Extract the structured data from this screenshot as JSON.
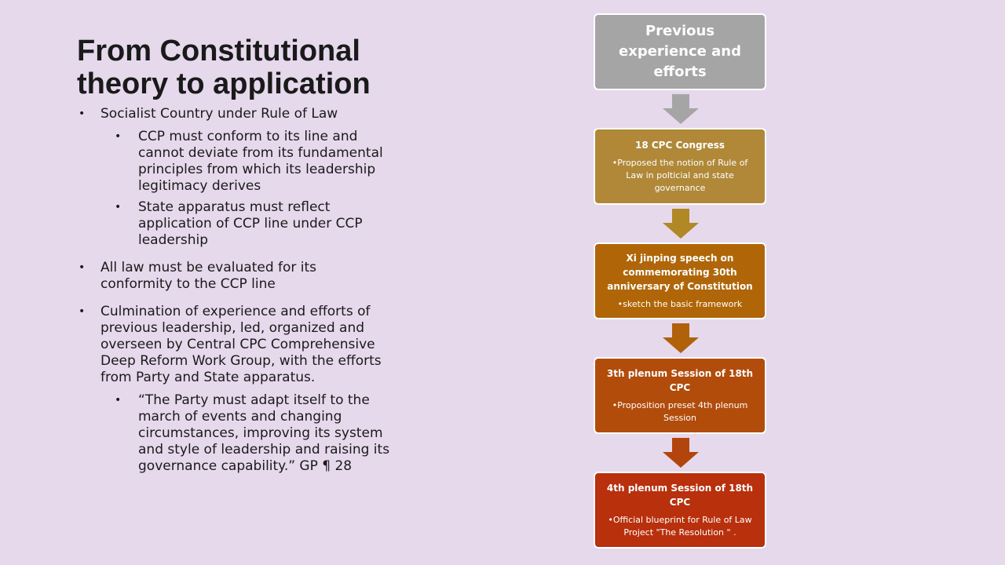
{
  "title": {
    "line1": "From Constitutional",
    "line2": "theory to application"
  },
  "bullets": [
    {
      "level": 1,
      "text": "Socialist Country under Rule of Law"
    },
    {
      "level": 2,
      "text": "CCP must conform to its line and cannot deviate from its fundamental principles from which its leadership legitimacy derives"
    },
    {
      "level": 2,
      "text": "State apparatus must reflect application of CCP line under CCP leadership"
    },
    {
      "level": 1,
      "text": "All law must be evaluated for its conformity to the CCP line"
    },
    {
      "level": 1,
      "text": "Culmination of experience and efforts of previous leadership, led, organized and overseen by Central CPC Comprehensive Deep Reform Work Group, with the efforts from Party and State apparatus."
    },
    {
      "level": 2,
      "text": "“The Party must adapt itself to the march of events and changing circumstances, improving its system and style of leadership and raising its governance capability.” GP ¶ 28"
    }
  ],
  "flow": [
    {
      "title": "Previous experience and efforts",
      "detail": "",
      "color": "#a5a5a5"
    },
    {
      "title": "18 CPC Congress",
      "detail": "•Proposed the notion of Rule of Law in polticial and state governance",
      "color": "#b08838"
    },
    {
      "title": "Xi jinping speech on commemorating 30th anniversary of Constitution",
      "detail": "•sketch the basic framework",
      "color": "#b06606"
    },
    {
      "title": "3th plenum Session of 18th CPC",
      "detail": "•Proposition preset 4th plenum Session",
      "color": "#b24c0a"
    },
    {
      "title": "4th plenum Session of 18th CPC",
      "detail": "•Official blueprint for Rule of Law Project \"The Resolution \" .",
      "color": "#b8300c"
    }
  ],
  "arrow_colors": [
    "#a5a5a5",
    "#b08826",
    "#b0610a",
    "#b2450c"
  ]
}
